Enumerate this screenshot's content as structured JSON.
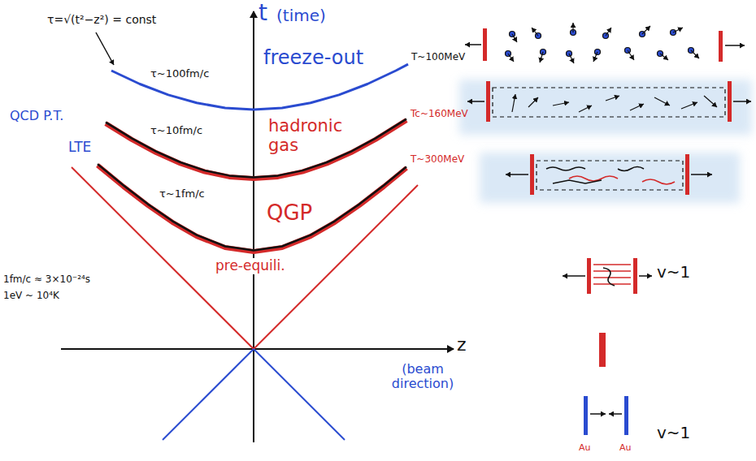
{
  "diagram": {
    "labels": [
      "τ=√(t²−z²) = const",
      "t",
      "(time)",
      "τ~100fm/c",
      "freeze-out",
      "T~100MeV",
      "QCD P.T.",
      "τ~10fm/c",
      "hadronic gas",
      "Tc~160MeV",
      "LTE",
      "τ~1fm/c",
      "QGP",
      "T~300MeV",
      "pre-equili.",
      "1fm/c ≈ 3×10⁻²⁴s",
      "1eV ~ 10⁴K",
      "z",
      "(beam direction)",
      "v~1",
      "v~1",
      "Au",
      "Au"
    ]
  }
}
